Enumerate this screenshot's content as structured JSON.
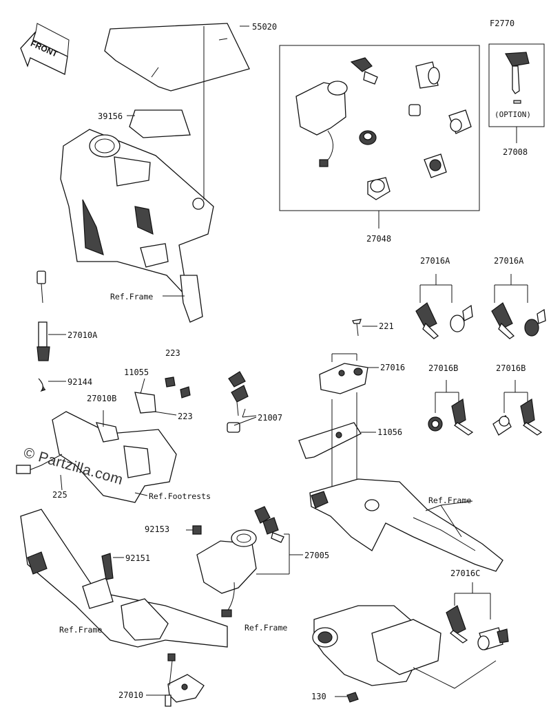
{
  "diagram_code": "F2770",
  "watermark": "© Partzilla.com",
  "front_label": "FRONT",
  "option_label": "(OPTION)",
  "labels": {
    "p55020": "55020",
    "p39156": "39156",
    "p27048": "27048",
    "p27008": "27008",
    "ref_frame_top": "Ref.Frame",
    "p27010A": "27010A",
    "p92144": "92144",
    "p27010B": "27010B",
    "p11055": "11055",
    "p223_top": "223",
    "p223_bot": "223",
    "p21007": "21007",
    "p225": "225",
    "ref_footrests": "Ref.Footrests",
    "p27016A_1": "27016A",
    "p27016A_2": "27016A",
    "p221": "221",
    "p27016": "27016",
    "p27016B_1": "27016B",
    "p27016B_2": "27016B",
    "p11056": "11056",
    "ref_frame_right": "Ref.Frame",
    "p92153": "92153",
    "p92151": "92151",
    "p27005": "27005",
    "ref_frame_left": "Ref.Frame",
    "p27016C": "27016C",
    "ref_frame_bottom": "Ref.Frame",
    "p27010": "27010",
    "p130": "130"
  }
}
